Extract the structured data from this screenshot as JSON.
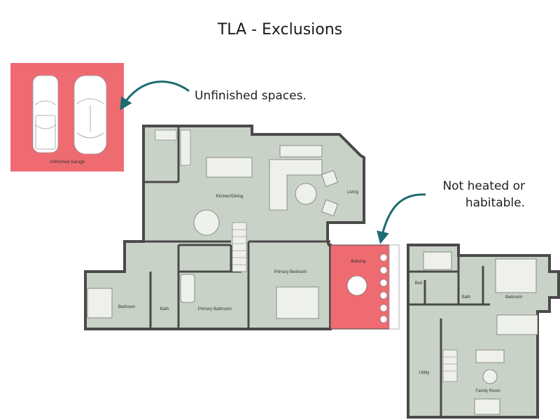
{
  "title": "TLA - Exclusions",
  "callouts": {
    "unfinished": "Unfinished spaces.",
    "not_heated_line1": "Not heated or",
    "not_heated_line2": "habitable."
  },
  "rooms": {
    "garage": "Unfinished Garage",
    "kitchen": "Kitchen/Dining",
    "living": "Living",
    "bedroom_left": "Bedroom",
    "bath_left": "Bath",
    "primary_bathroom": "Primary Bathroom",
    "primary_bedroom": "Primary Bedroom",
    "balcony": "Balcony",
    "bed_right": "Bed",
    "bath_right": "Bath",
    "bedroom_right": "Bedroom",
    "utility": "Utility",
    "family_room": "Family Room"
  },
  "colors": {
    "excluded": "#ee6b72",
    "floor": "#c9d2c6",
    "wall": "#4a4a4a",
    "arrow": "#1f6b70"
  }
}
